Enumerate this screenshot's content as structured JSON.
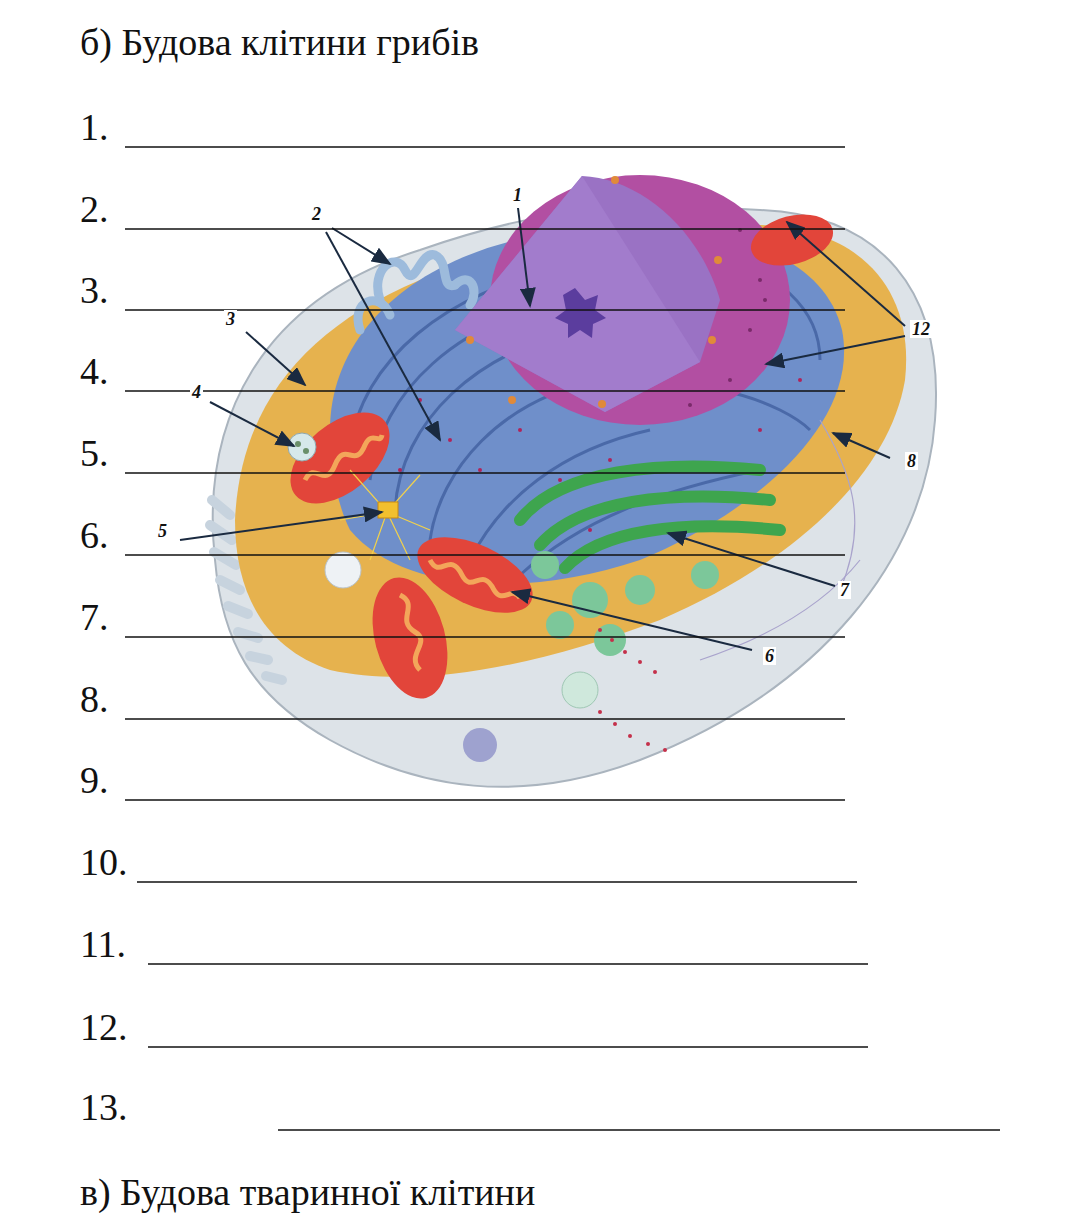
{
  "diagram": {
    "title": "б)  Будова клітини грибів",
    "labels": [
      "1.",
      "2.",
      "3.",
      "4.",
      "5.",
      "6.",
      "7.",
      "8.",
      "9.",
      "10.",
      "11.",
      "12.",
      "13.",
      "2",
      "1",
      "3",
      "12",
      "4",
      "5",
      "8",
      "7",
      "6",
      "в) Будова тваринної клітини"
    ]
  }
}
